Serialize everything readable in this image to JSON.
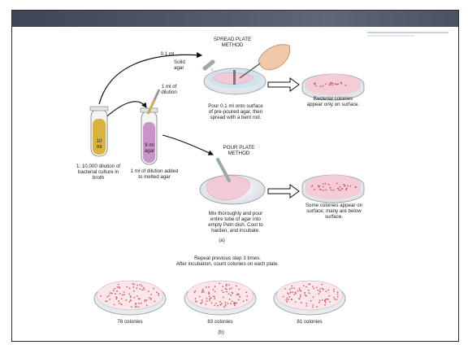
{
  "diagram": {
    "spread_title": "SPREAD PLATE\nMETHOD",
    "pour_title": "POUR PLATE\nMETHOD",
    "transfer_01": "0.1 ml",
    "solid_agar": "Solid\nagar",
    "one_ml_dilution": "1 ml of\ndilution",
    "tube1_label": "10\nml",
    "tube2_label": "9 ml\nagar",
    "broth_caption": "1: 10,000 dilution of\nbacterial culture in\nbroth",
    "melted_caption": "1 ml of dilution added\nto melted agar",
    "spread_caption": "Pour 0.1 ml onto surface\nof pre-poured agar, then\nspread with a bent rod.",
    "spread_result": "Bacterial colonies\nappear only on surface.",
    "pour_caption": "Mix thoroughly and pour\nentire tube of agar into\nempty Petri dish. Cool to\nharden, and incubate.",
    "pour_result": "Some colonies appear on\nsurface; many are below\nsurface.",
    "part_a": "(a)",
    "repeat_text": "Repeat previous step 3 times.\nAfter incubation, count colonies on each plate.",
    "plates": [
      {
        "caption": "78 colonies"
      },
      {
        "caption": "83 colonies"
      },
      {
        "caption": "81 colonies"
      }
    ],
    "part_b": "(b)"
  },
  "colors": {
    "header": "#4e5867",
    "agar_pink": "#f2c9d6",
    "agar_purple": "#c994c8",
    "broth_yellow": "#d9b33a",
    "colony": "#d0606a",
    "dish_blue": "#cfe3ee"
  }
}
